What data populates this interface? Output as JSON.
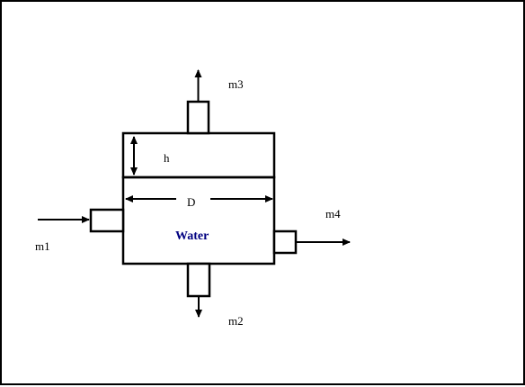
{
  "diagram": {
    "labels": {
      "m1": "m1",
      "m2": "m2",
      "m3": "m3",
      "m4": "m4",
      "h": "h",
      "D": "D",
      "water": "Water"
    },
    "colors": {
      "stroke": "#000000",
      "water_text": "#000080",
      "background": "#ffffff"
    }
  }
}
